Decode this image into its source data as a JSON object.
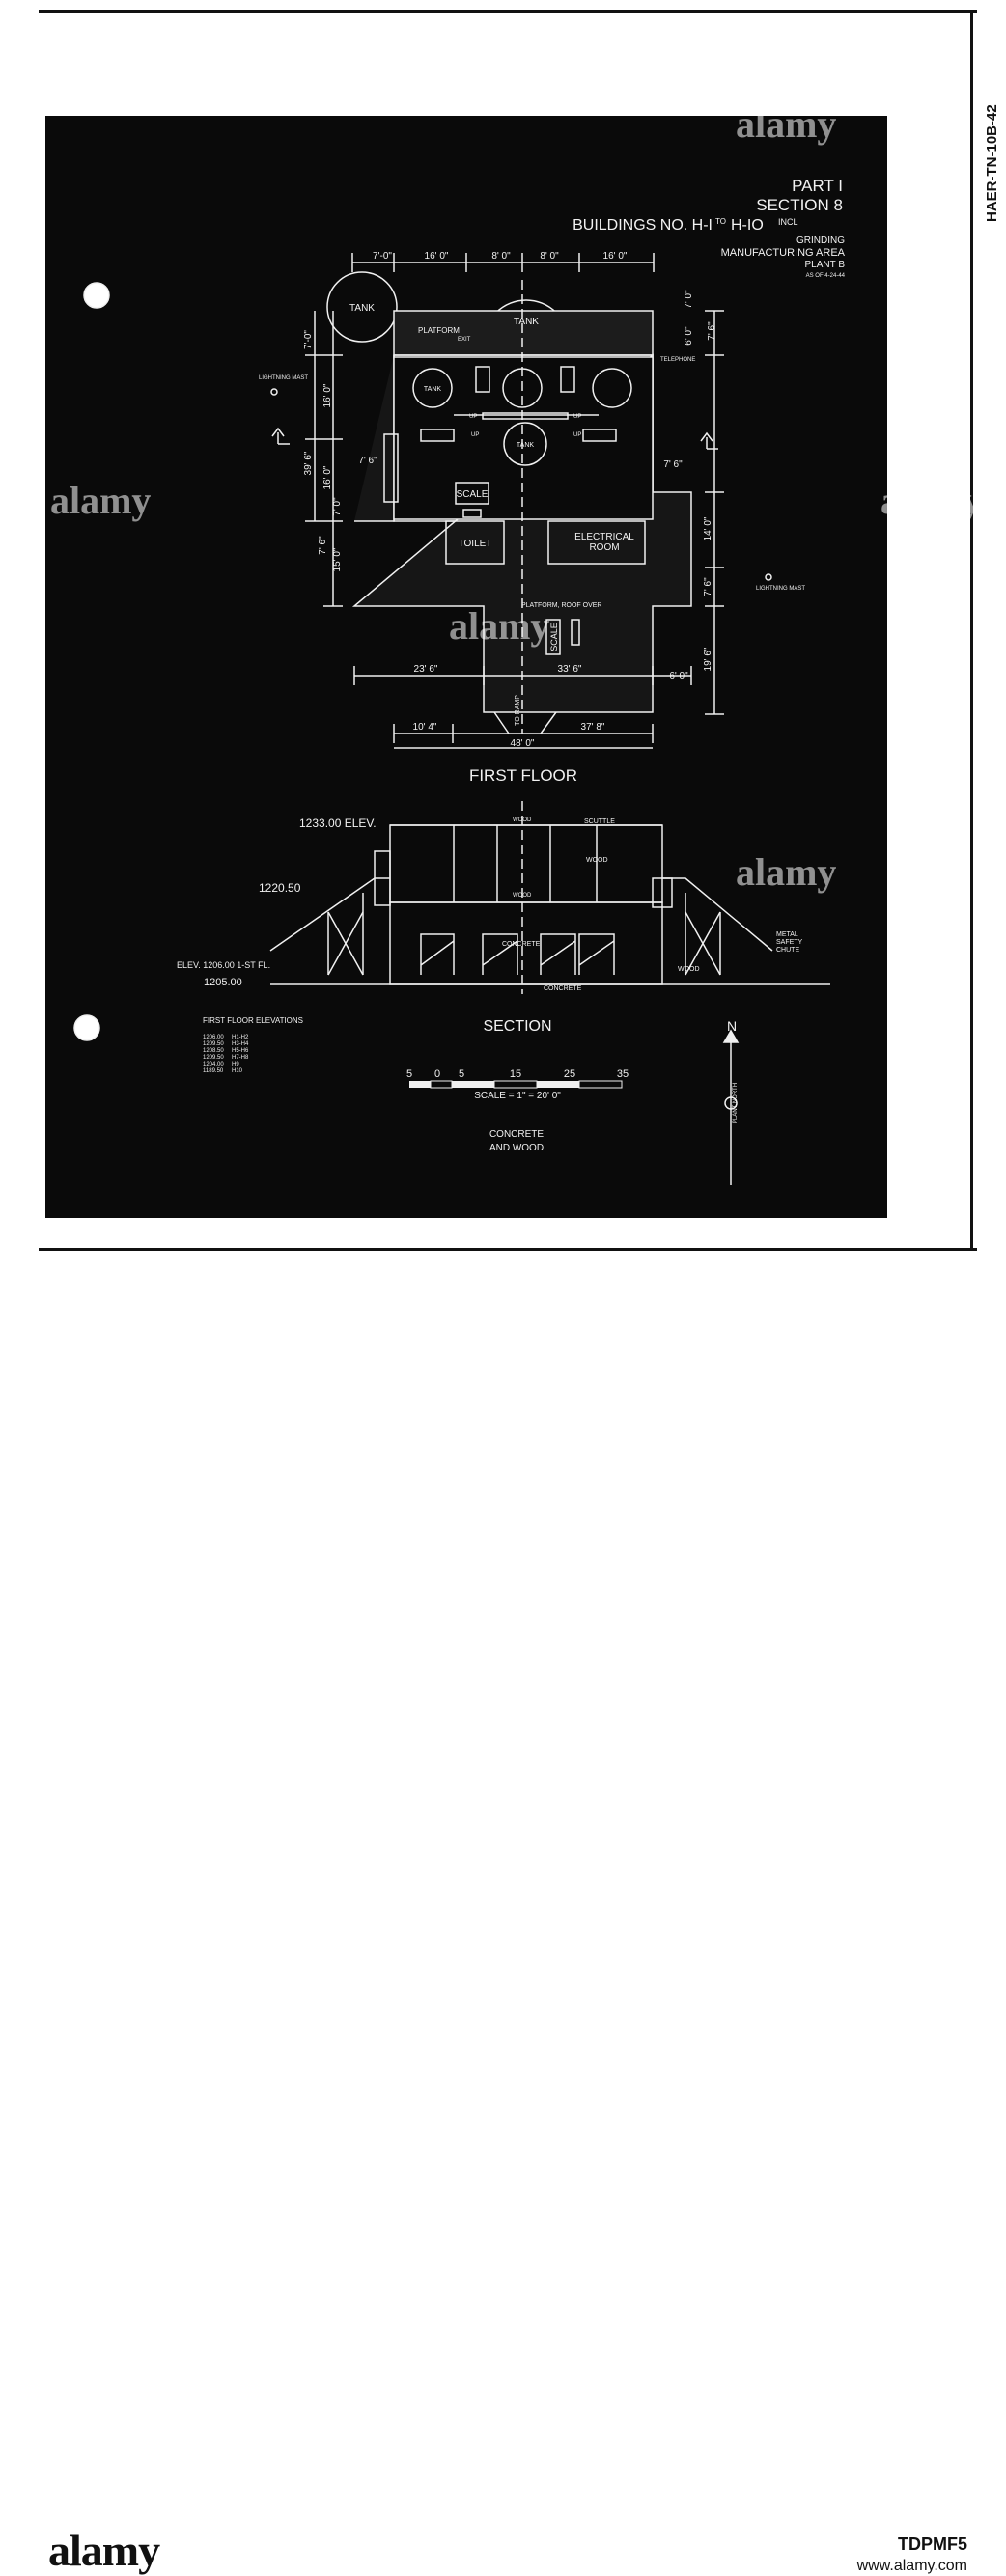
{
  "doc_id": "HAER-TN-10B-42",
  "title": {
    "part": "PART I",
    "section": "SECTION 8",
    "buildings_a": "BUILDINGS NO. H-I",
    "buildings_to": "TO",
    "buildings_b": "H-IO",
    "buildings_incl": "INCL",
    "grinding": "GRINDING",
    "area": "MANUFACTURING AREA",
    "plant": "PLANT B",
    "asof": "AS OF 4-24-44"
  },
  "plan": {
    "label": "FIRST FLOOR",
    "dims_top": [
      "7'-0\"",
      "16' 0\"",
      "8' 0\"",
      "8' 0\"",
      "16' 0\""
    ],
    "dims_left": [
      "7'-0\"",
      "16' 0\"",
      "16' 0\"",
      "39' 6\"",
      "7' 6\"",
      "7' 0\"",
      "7' 6\"",
      "15' 0\""
    ],
    "dims_right": [
      "7' 0\"",
      "6' 0\"",
      "7' 6\"",
      "7' 6\"",
      "14' 0\"",
      "7' 6\"",
      "19' 6\""
    ],
    "dims_bottom": [
      "23' 6\"",
      "33' 6\"",
      "6' 0\"",
      "10' 4\"",
      "37' 8\"",
      "48' 0\""
    ],
    "rooms": {
      "tank": "TANK",
      "platform": "PLATFORM",
      "exit": "EXIT",
      "telephone": "TELEPHONE",
      "lightning": "LIGHTNING MAST",
      "lightning_right": "LIGHTNING MAST",
      "up": "UP",
      "scale": "SCALE",
      "toilet": "TOILET",
      "electrical_a": "ELECTRICAL",
      "electrical_b": "ROOM",
      "platform_roof": "PLATFORM, ROOF OVER",
      "scale_vertical": "SCALE",
      "to_ramp": "TO RAMP"
    }
  },
  "section_view": {
    "label": "SECTION",
    "elev_top": "1233.00 ELEV.",
    "elev_mid": "1220.50",
    "elev_floor": "ELEV. 1206.00 1-ST FL.",
    "elev_base": "1205.00",
    "wood": "WOOD",
    "scuttle": "SCUTTLE",
    "concrete": "CONCRETE",
    "metal_chute": [
      "METAL",
      "SAFETY",
      "CHUTE"
    ]
  },
  "elevations_table": {
    "title": "FIRST FLOOR ELEVATIONS",
    "rows": [
      {
        "elev": "1206.00",
        "bldg": "H1-H2"
      },
      {
        "elev": "1209.50",
        "bldg": "H3-H4"
      },
      {
        "elev": "1208.50",
        "bldg": "H5-H6"
      },
      {
        "elev": "1209.50",
        "bldg": "H7-H8"
      },
      {
        "elev": "1204.00",
        "bldg": "H9"
      },
      {
        "elev": "1189.50",
        "bldg": "H10"
      }
    ]
  },
  "scale_bar": {
    "ticks": [
      "5",
      "0",
      "5",
      "15",
      "25",
      "35"
    ],
    "caption": "SCALE = 1\" = 20' 0\""
  },
  "material": {
    "line1": "CONCRETE",
    "line2": "AND WOOD"
  },
  "north": {
    "letter": "N",
    "label": "PLANT NORTH"
  },
  "watermark": "alamy",
  "footer": {
    "brand": "alamy",
    "stock_id": "TDPMF5",
    "url": "www.alamy.com"
  }
}
